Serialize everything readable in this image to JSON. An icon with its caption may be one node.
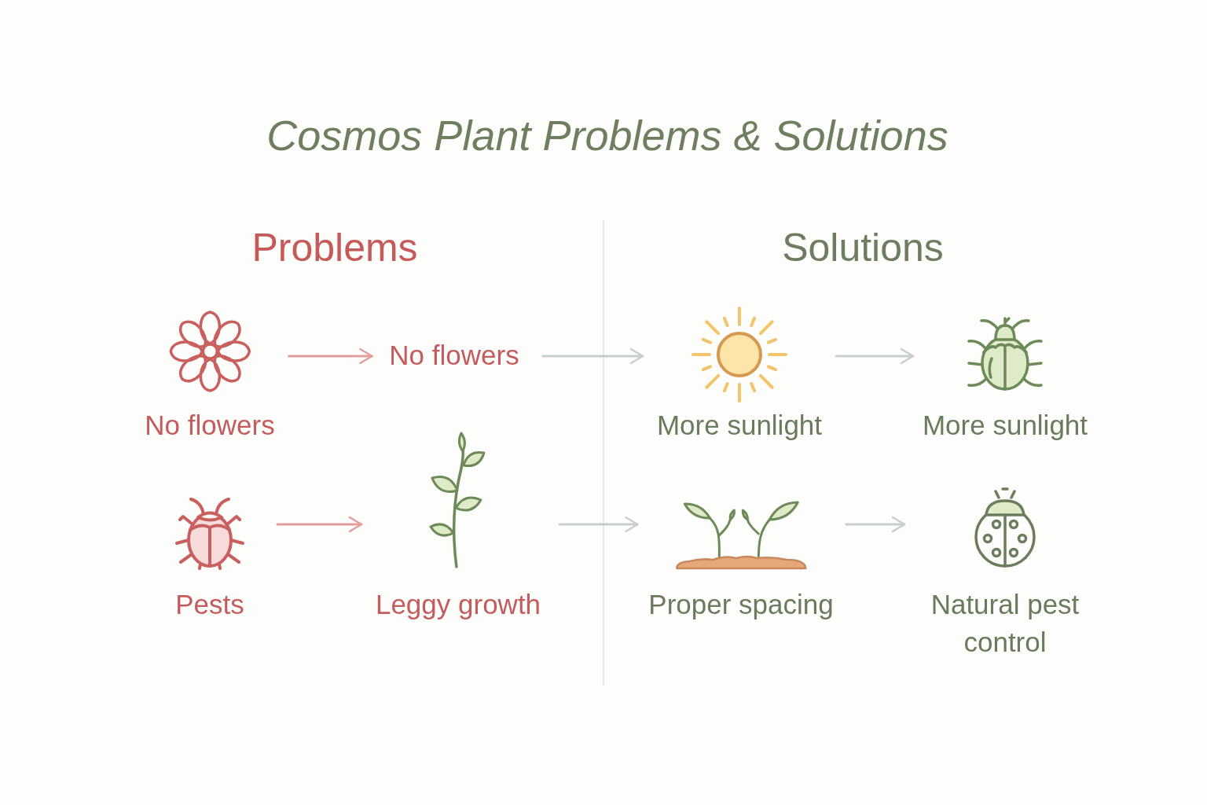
{
  "diagram": {
    "title": "Cosmos Plant Problems & Solutions",
    "nodes": [
      {
        "text": [],
        "shape": "picture",
        "beside": [
          "No flowers"
        ]
      },
      {
        "text": [
          "No flowers"
        ]
      },
      {
        "text": [],
        "shape": "picture",
        "beside": [
          "More sunlight"
        ]
      },
      {
        "text": [],
        "shape": "picture",
        "beside": [
          "More sunlight"
        ]
      },
      {
        "text": [],
        "shape": "picture",
        "beside": [
          "Pests"
        ]
      },
      {
        "text": [],
        "shape": "picture",
        "beside": [
          "Leggy growth"
        ]
      },
      {
        "text": [],
        "shape": "picture",
        "beside": [
          "Proper spacing"
        ]
      },
      {
        "text": [],
        "shape": "picture",
        "beside": [
          "Natural pest control"
        ]
      }
    ],
    "edges": [
      {
        "from": 0,
        "to": 1,
        "arrow": "to",
        "color": "#e39d9c"
      },
      {
        "from": 1,
        "to": 2,
        "arrow": "to"
      },
      {
        "from": 2,
        "to": 3,
        "arrow": "to"
      },
      {
        "from": 4,
        "to": 5,
        "arrow": "to",
        "color": "#e39d9c"
      },
      {
        "from": 5,
        "to": 6,
        "arrow": "to"
      },
      {
        "from": 6,
        "to": 7,
        "arrow": "to"
      }
    ],
    "labels": [
      "Problems",
      "Solutions"
    ]
  }
}
